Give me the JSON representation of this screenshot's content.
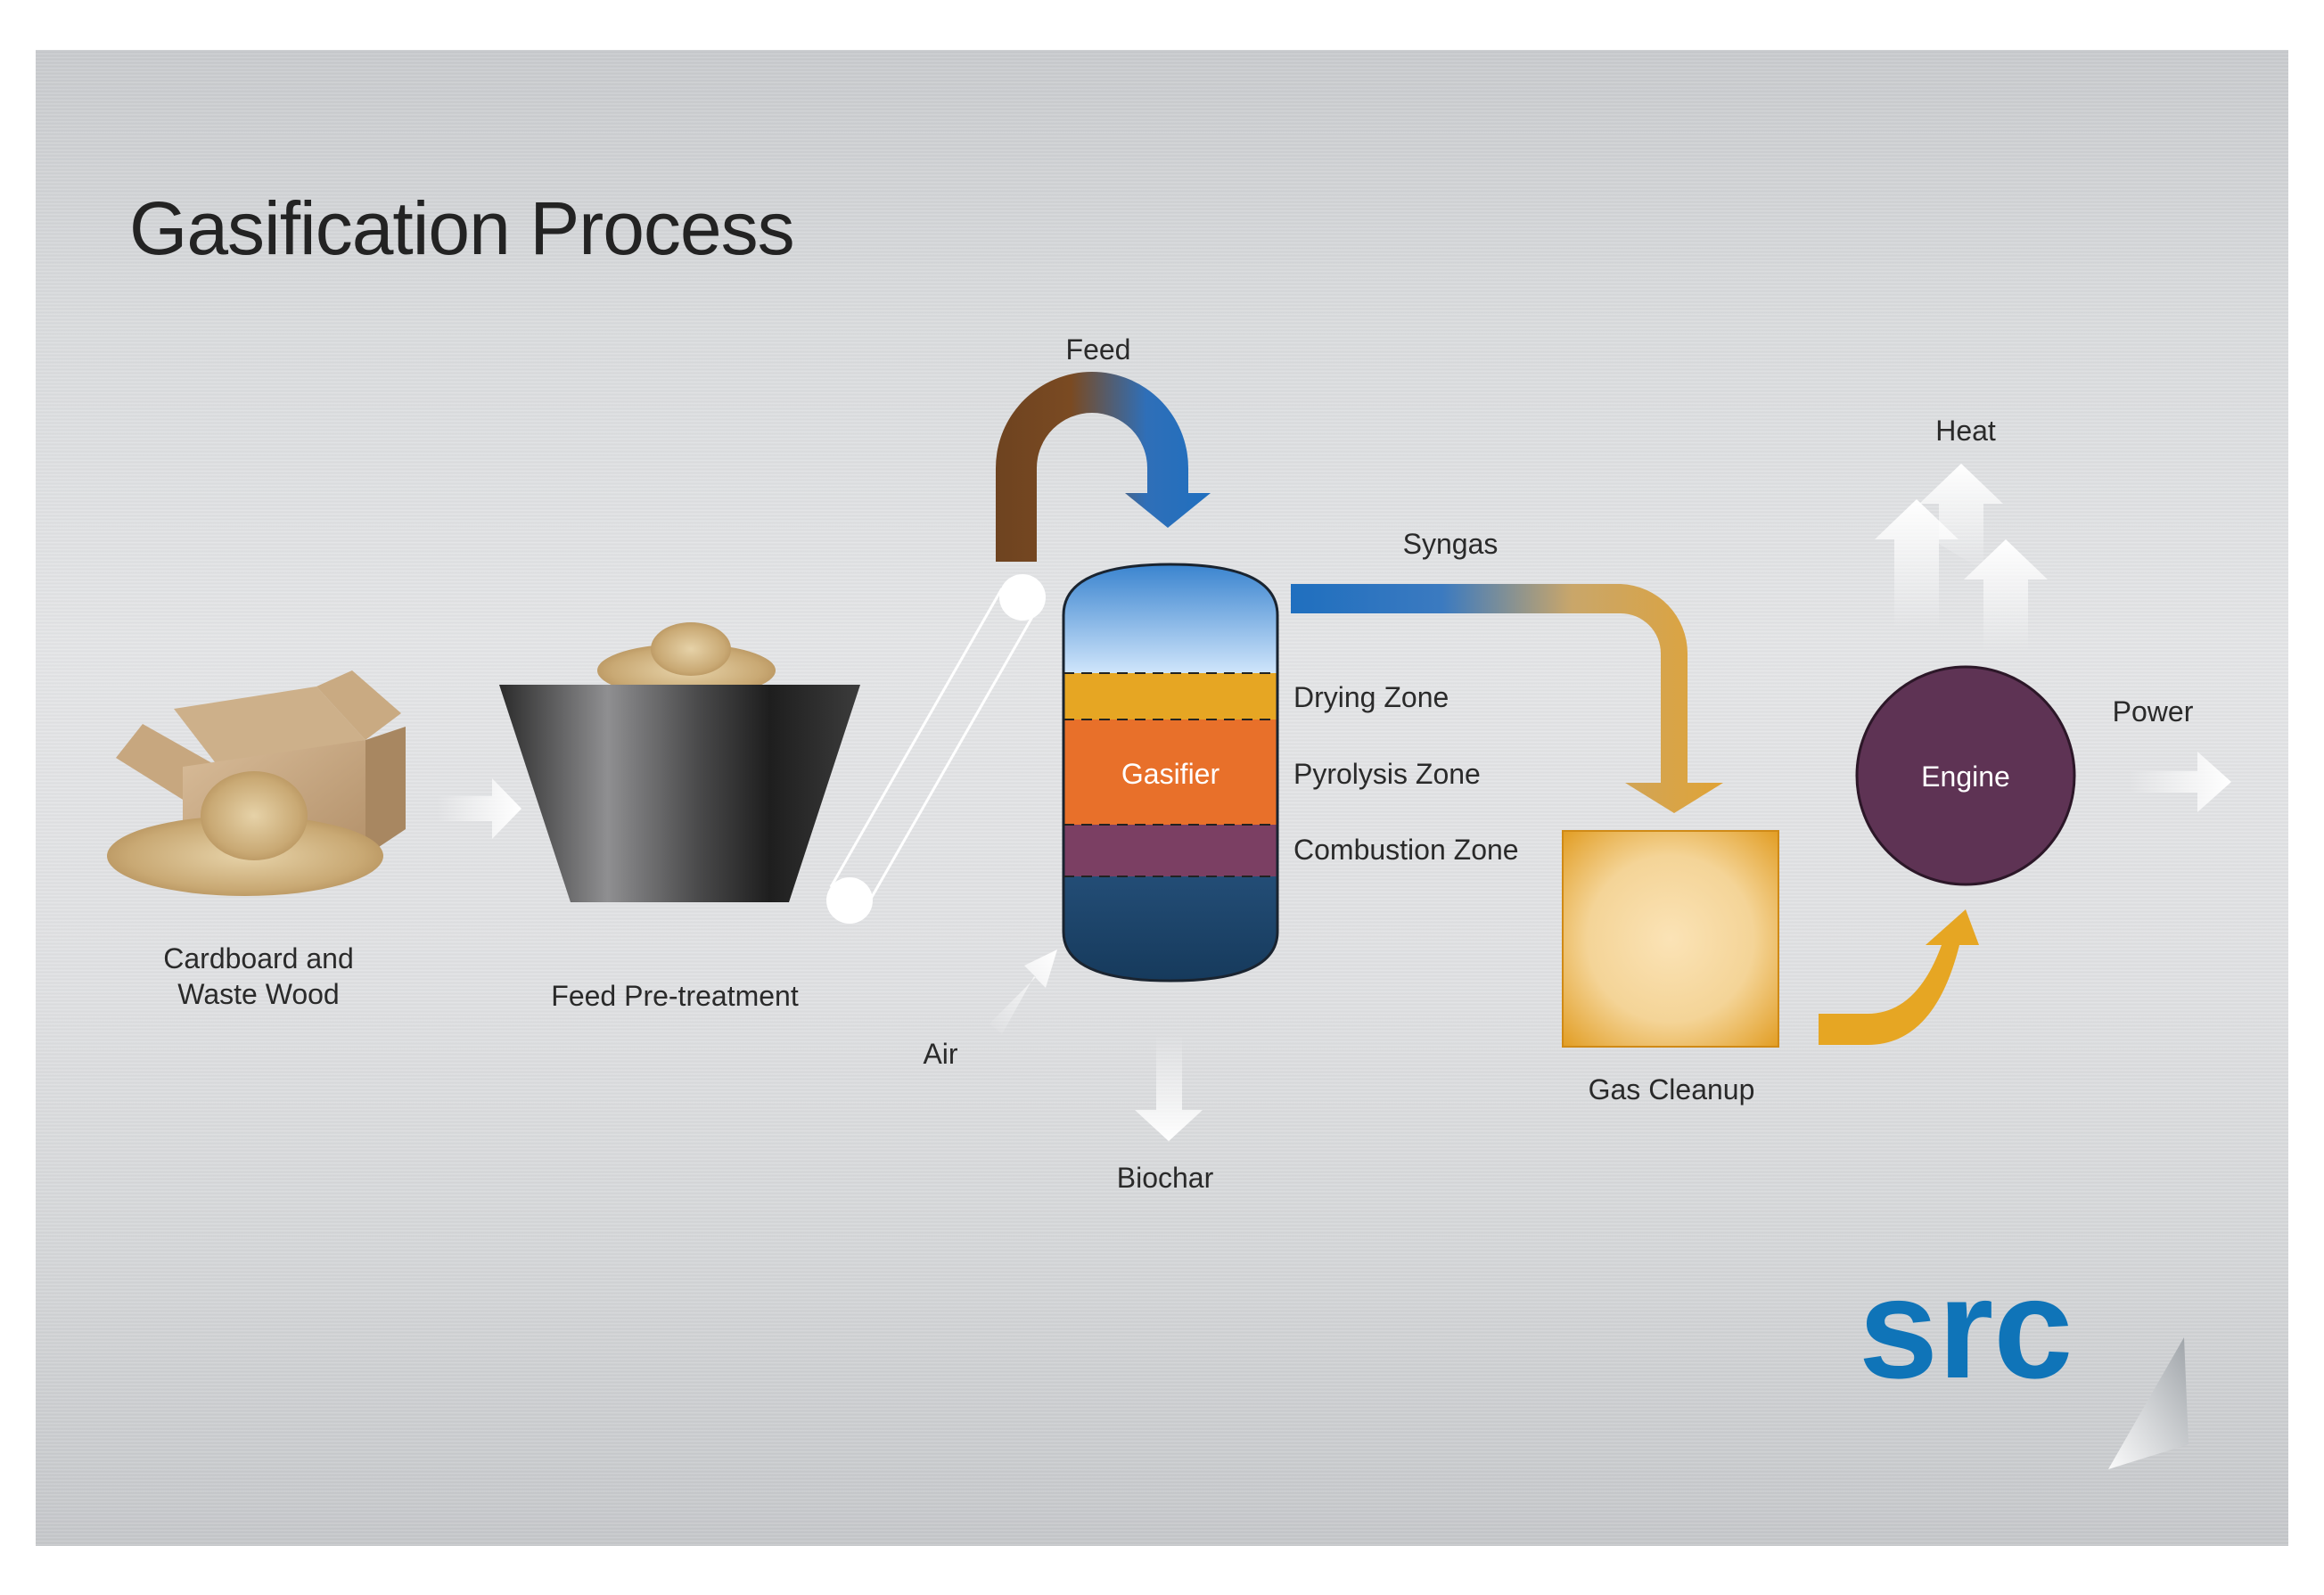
{
  "title": "Gasification Process",
  "labels": {
    "cardboard_line1": "Cardboard and",
    "cardboard_line2": "Waste Wood",
    "pretreatment": "Feed Pre-treatment",
    "feed": "Feed",
    "air": "Air",
    "biochar": "Biochar",
    "gasifier": "Gasifier",
    "drying_zone": "Drying Zone",
    "pyrolysis_zone": "Pyrolysis Zone",
    "combustion_zone": "Combustion Zone",
    "syngas": "Syngas",
    "gas_cleanup": "Gas Cleanup",
    "heat": "Heat",
    "engine": "Engine",
    "power": "Power"
  },
  "logo_text": "src",
  "colors": {
    "drying": "#e6a623",
    "pyrolysis": "#e8702a",
    "combustion": "#7b3f63",
    "gasifier_bottom": "#1f4e78",
    "engine": "#5e3354",
    "cleanup": "#e7aa33",
    "feed_brown": "#6e4320",
    "syngas_blue": "#1f6fbf",
    "logo_blue": "#0f74b8"
  },
  "icons": [
    "cardboard-box-icon",
    "wood-chips-icon",
    "hopper-icon",
    "conveyor-icon",
    "logo-sail-icon"
  ]
}
